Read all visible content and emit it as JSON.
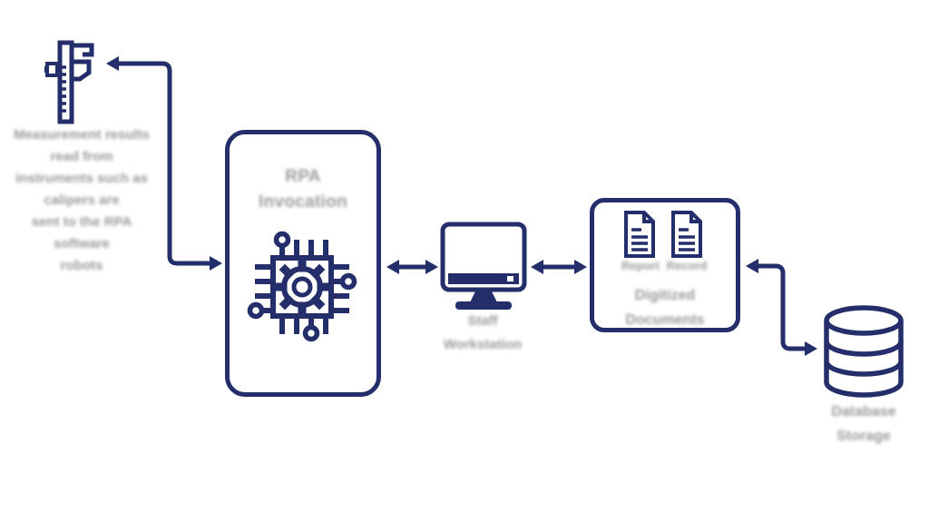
{
  "colors": {
    "line": "#232e6b",
    "caption_text": "#9a9a9a",
    "background": "#ffffff"
  },
  "instrument": {
    "icon": "caliper-icon",
    "caption_lines": [
      "Measurement results",
      "read from",
      "instruments such as",
      "calipers are",
      "sent to the RPA",
      "software",
      "robots"
    ]
  },
  "rpa_box": {
    "icon": "chip-gear-icon",
    "title_lines": [
      "RPA",
      "Invocation"
    ]
  },
  "terminal": {
    "icon": "monitor-icon",
    "caption_lines": [
      "Staff",
      "Workstation"
    ]
  },
  "documents_box": {
    "icon": "document-icon",
    "doc_labels": [
      "Report",
      "Record"
    ],
    "caption_lines": [
      "Digitized",
      "Documents"
    ]
  },
  "database": {
    "icon": "database-icon",
    "caption_lines": [
      "Database",
      "Storage"
    ]
  }
}
